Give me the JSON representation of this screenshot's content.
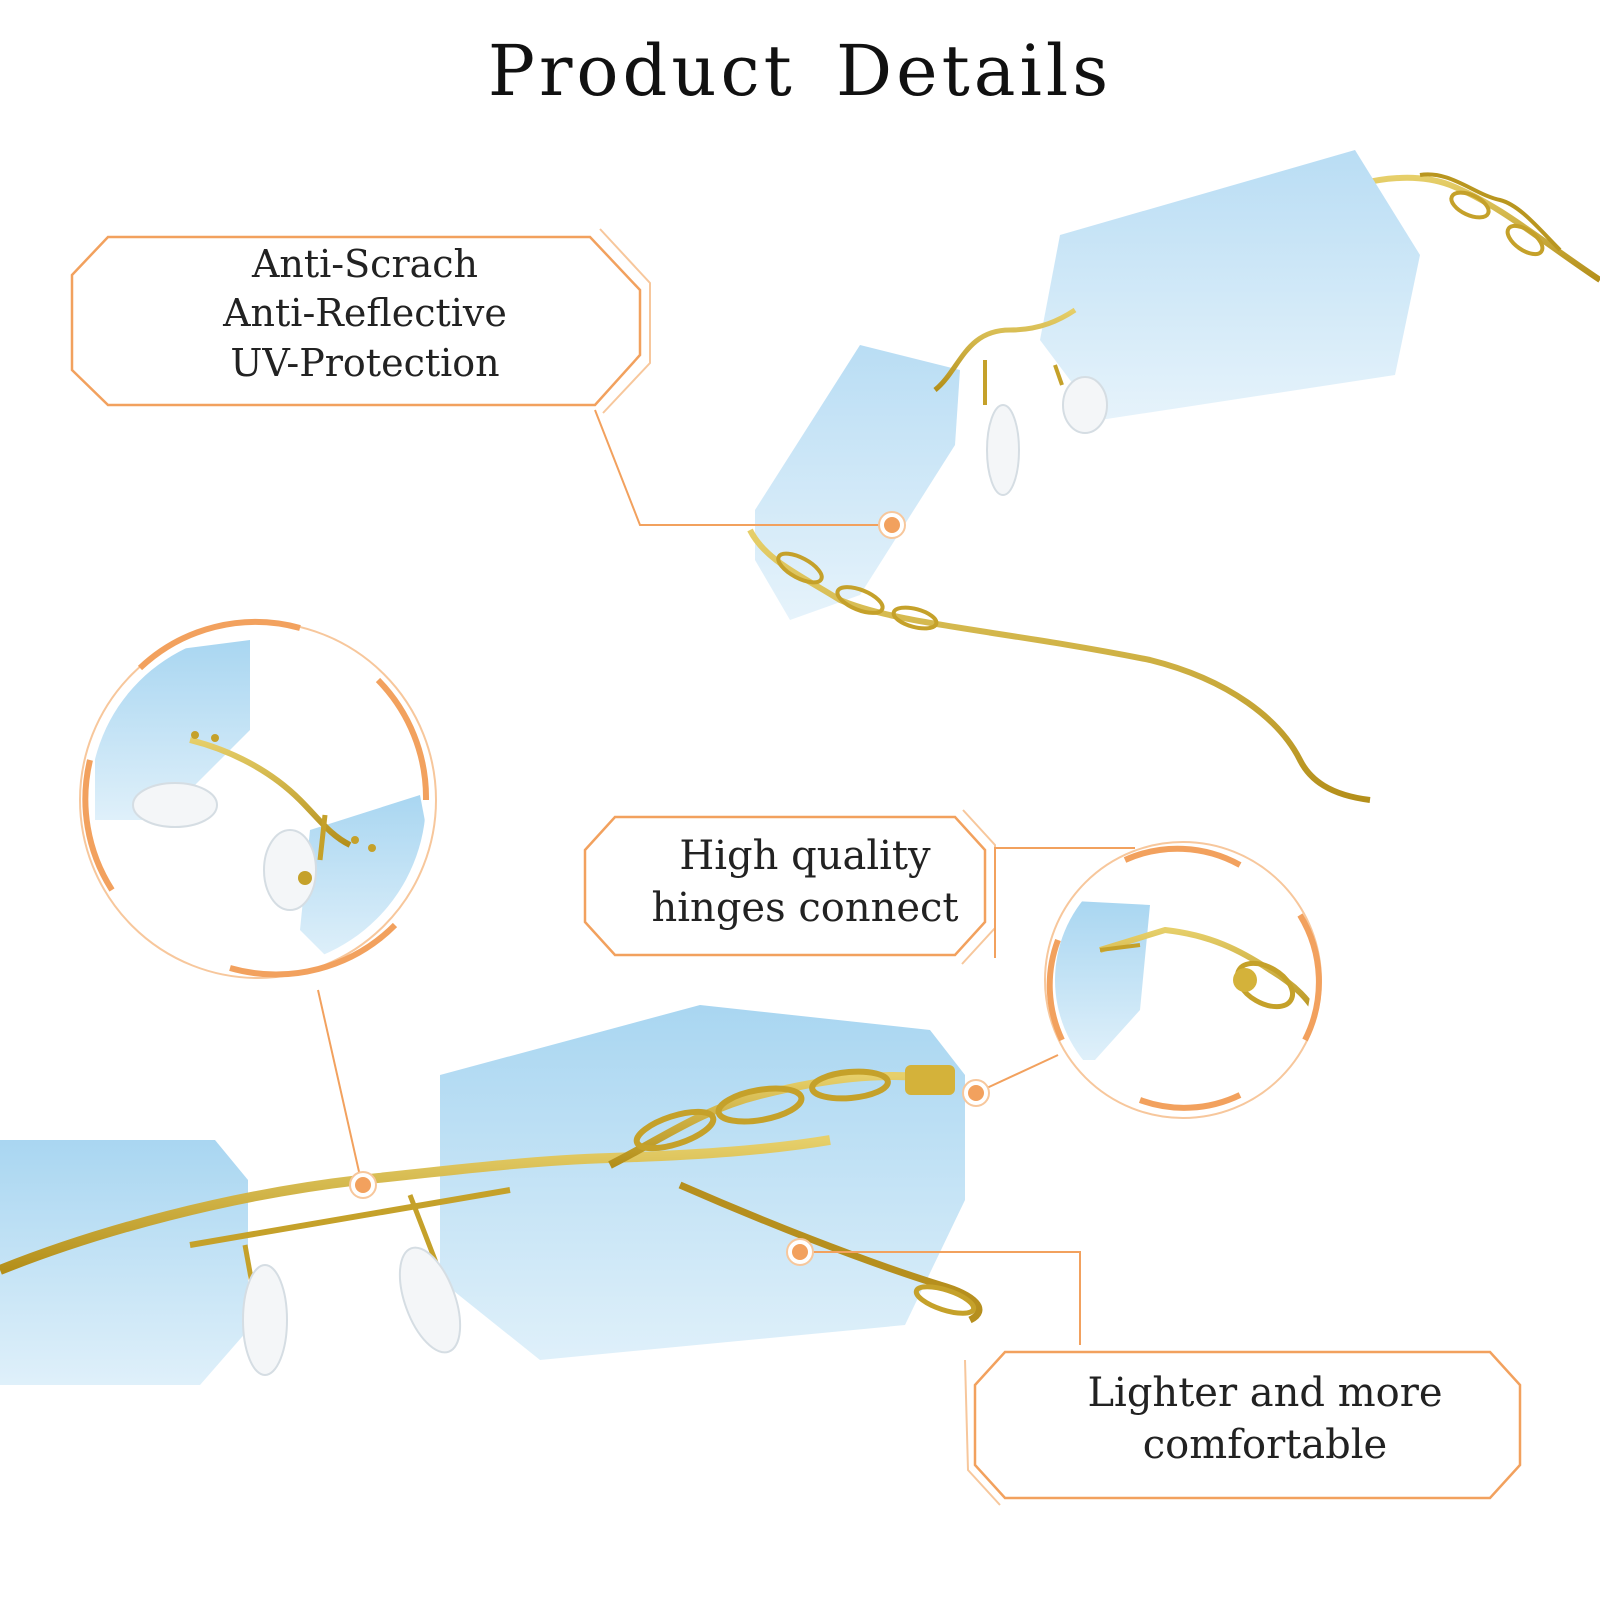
{
  "header": {
    "title": "Product Details"
  },
  "callouts": {
    "coatings": {
      "lines": [
        "Anti-Scrach",
        "Anti-Reflective",
        "UV-Protection"
      ]
    },
    "hinges": {
      "lines": [
        "High quality",
        "hinges connect"
      ]
    },
    "comfort": {
      "lines": [
        "Lighter and more",
        "comfortable"
      ]
    }
  },
  "colors": {
    "accent_orange": "#f2a15e",
    "frame_gold": "#c9a72a",
    "lens_blue": "#cfe6f6"
  }
}
